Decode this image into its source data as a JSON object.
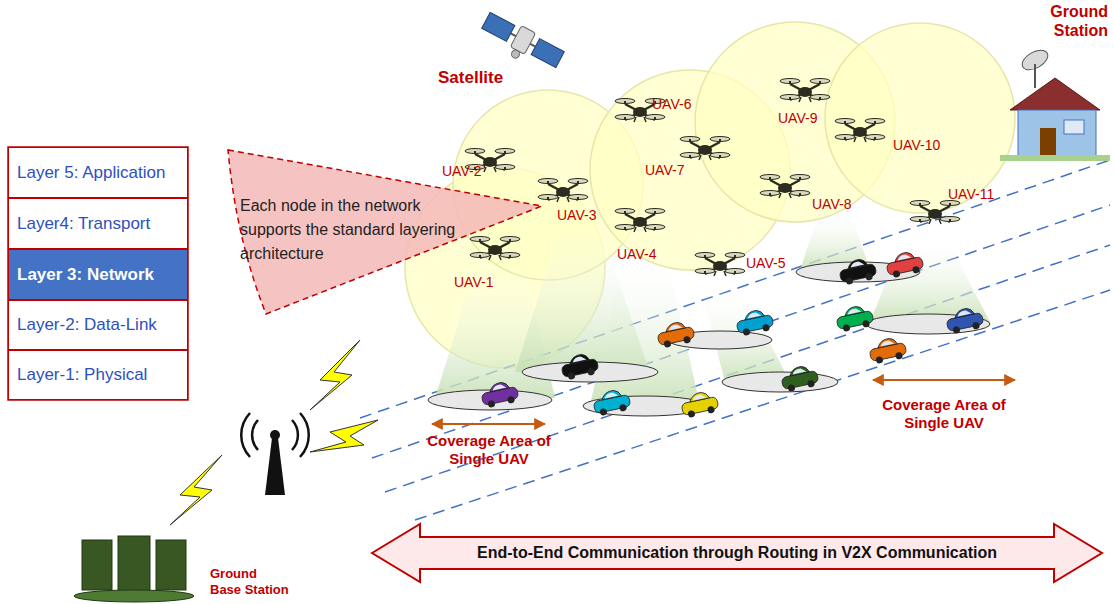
{
  "diagram": {
    "nodes": [
      {
        "text": [
          "Layer 5: Application"
        ]
      },
      {
        "text": [
          "Layer4: Transport"
        ]
      },
      {
        "text": [
          "Layer 3: Network"
        ]
      },
      {
        "text": [
          "Layer-2: Data-Link"
        ]
      },
      {
        "text": [
          "Layer-1: Physical"
        ]
      },
      {
        "text": [
          "Each node in the network supports the standard layering architecture"
        ]
      },
      {
        "text": [
          "End-to-End Communication through Routing in V2X Communication"
        ]
      }
    ],
    "edges": [],
    "labels": [
      "Satellite",
      "Ground Station",
      "UAV-2",
      "UAV-6",
      "UAV-9",
      "UAV-10",
      "UAV-7",
      "UAV-3",
      "UAV-8",
      "UAV-11",
      "UAV-1",
      "UAV-4",
      "UAV-5",
      "Coverage Area of Single UAV",
      "Coverage Area of Single UAV",
      "Ground Base Station"
    ]
  }
}
